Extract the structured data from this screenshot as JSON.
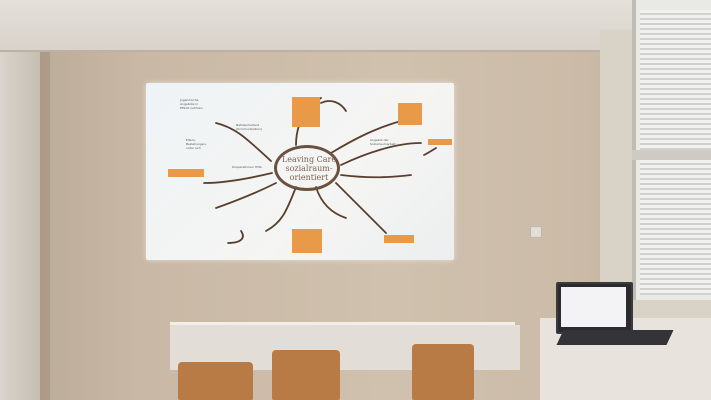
{
  "slide": {
    "center_title_line1": "Leaving Care",
    "center_title_line2": "sozialraum-",
    "center_title_line3": "orientiert",
    "note_1": "Jugend-liche Angebote in Pflicht nehmen",
    "note_2": "Eltern, Beziehungen, unter sich",
    "note_3": "Netzwerkarbeit (Kommunikation)",
    "note_4": "Angebot der Sozialraumarbeit",
    "note_5": "Kooperationen Hilfe"
  },
  "colors": {
    "screen_background": "#f1f4f4",
    "accent_notes": "#e99a48",
    "arrow_color": "#5a3f30",
    "chair_wood": "#b87b46"
  }
}
